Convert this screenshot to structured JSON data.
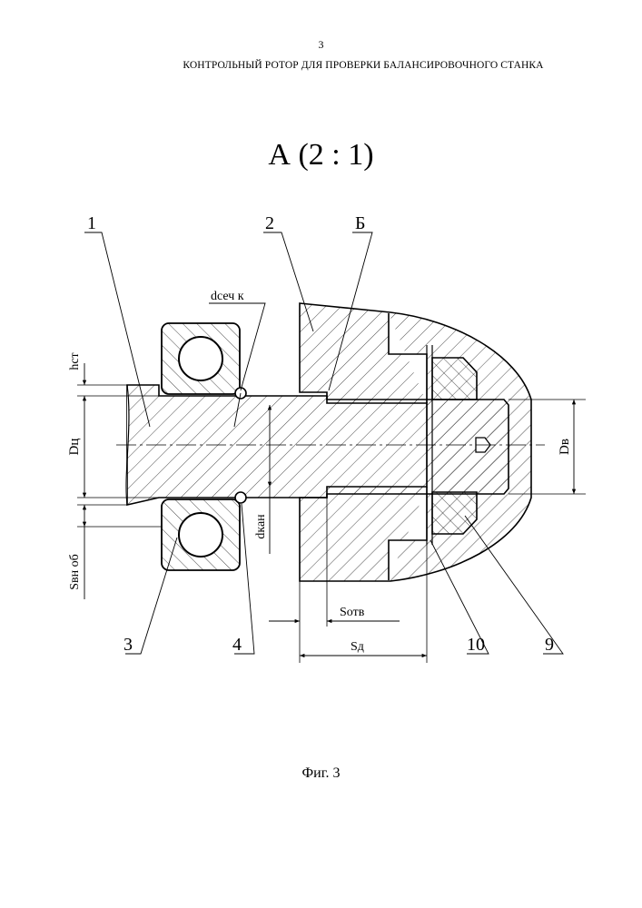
{
  "header": {
    "page_number": "3",
    "title": "КОНТРОЛЬНЫЙ РОТОР ДЛЯ ПРОВЕРКИ БАЛАНСИРОВОЧНОГО СТАНКА"
  },
  "figure": {
    "view_title": "А (2 : 1)",
    "caption": "Фиг. 3",
    "part_labels": {
      "p1": "1",
      "p2": "2",
      "pB": "Б",
      "p3": "3",
      "p4": "4",
      "p10": "10",
      "p9": "9"
    },
    "dimensions": {
      "d_sech_k": "dсеч к",
      "h_st": "hст",
      "D_ts": "Dц",
      "S_vn_ob": "Sвн об",
      "d_kan": "dкан",
      "D_v": "Dв",
      "S_otv": "Sотв",
      "S_d": "Sд"
    }
  }
}
